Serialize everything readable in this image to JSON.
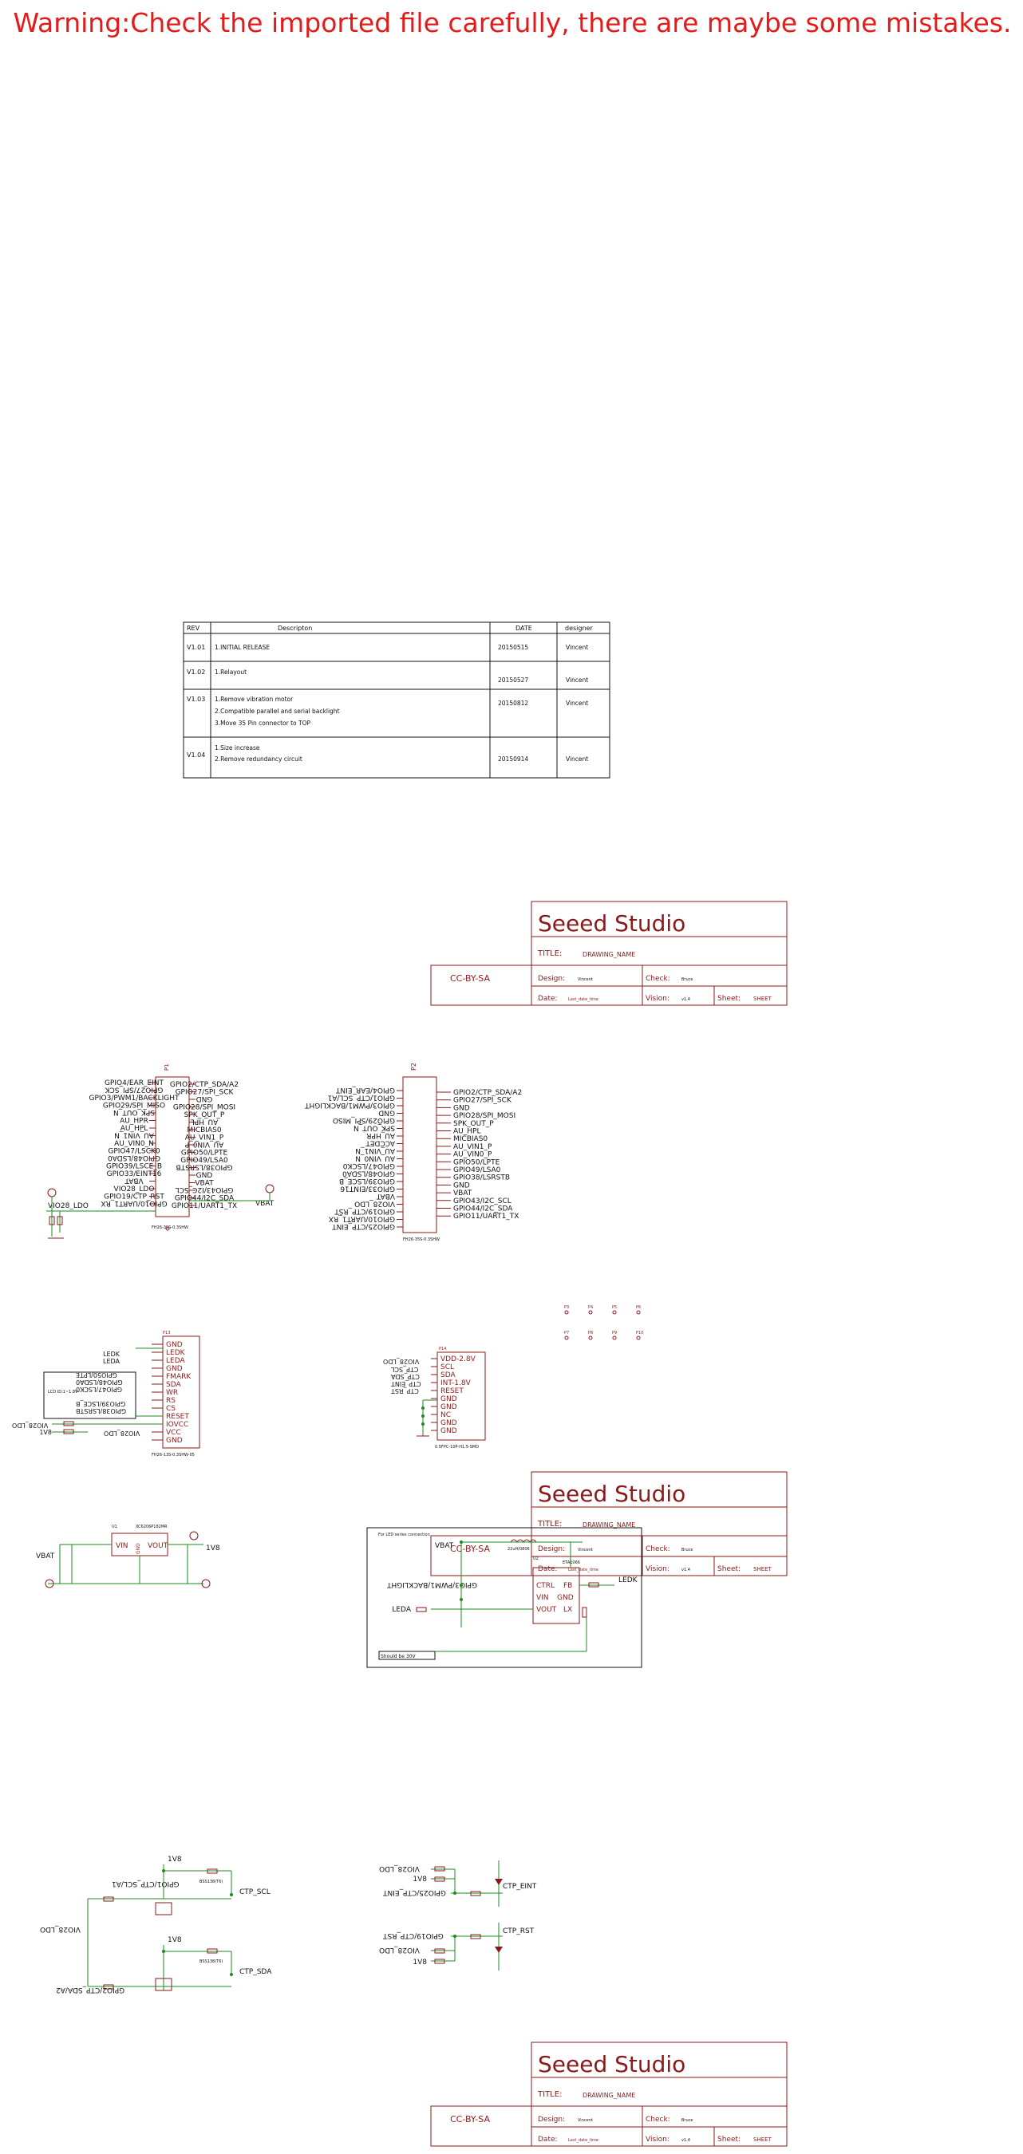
{
  "warning": "Warning:Check the imported file carefully, there are maybe some mistakes.",
  "revision_table": {
    "headers": [
      "REV",
      "Descripton",
      "DATE",
      "designer"
    ],
    "rows": [
      {
        "rev": "V1.01",
        "desc": [
          "1.INITIAL RELEASE"
        ],
        "date": "20150515",
        "designer": "Vincent"
      },
      {
        "rev": "V1.02",
        "desc": [
          "1.Relayout"
        ],
        "date": "20150527",
        "designer": "Vincent"
      },
      {
        "rev": "V1.03",
        "desc": [
          "1.Remove vibration motor",
          "2.Compatible parallel and serial backlight",
          "3.Move 35 Pin connector to TOP"
        ],
        "date": "20150812",
        "designer": "Vincent"
      },
      {
        "rev": "V1.04",
        "desc": [
          "1.Size increase",
          "2.Remove redundancy circuit"
        ],
        "date": "20150914",
        "designer": "Vincent"
      }
    ]
  },
  "title_block": {
    "company": "Seeed Studio",
    "title_label": "TITLE:",
    "title_value": "DRAWING_NAME",
    "license": "CC-BY-SA",
    "design_label": "Design:",
    "design_value": "Vincent",
    "check_label": "Check:",
    "check_value": "Bruce",
    "date_label": "Date:",
    "date_value": "Last_date_time",
    "vision_label": "Vision:",
    "vision_value": "v1.4",
    "sheet_label": "Sheet:",
    "sheet_value": "SHEET"
  },
  "connector_p1": {
    "ref": "P1",
    "part": "FH26-35S-0.3SHW",
    "left_nets": [
      "GPIO4/EAR_EINT",
      "GPIO27/SPI_SCK",
      "GPIO3/PWM1/BACKLIGHT",
      "GPIO29/SPI_MISO",
      "SPK_OUT_N",
      "AU_HPR",
      "AU_HPL",
      "AU_VIN1_N",
      "AU_VIN0_N",
      "GPIO47/LSCK0",
      "GPIO48/LSDA0",
      "GPIO39/LSCE_B",
      "GPIO33/EINT16",
      "VBAT",
      "VIO28_LDO",
      "GPIO19/CTP_RST",
      "GPIO10/UART1_RX"
    ],
    "right_nets": [
      "GPIO2/CTP_SDA/A2",
      "GPIO27/SPI_SCK",
      "GND",
      "GPIO28/SPI_MOSI",
      "SPK_OUT_P",
      "AU_HPL",
      "MICBIAS0",
      "AU_VIN1_P",
      "AU_VIN0_P",
      "GPIO50/LPTE",
      "GPIO49/LSA0",
      "GPIO38/LSRSTB",
      "GND",
      "VBAT",
      "GPIO43/I2C_SCL",
      "GPIO44/I2C_SDA",
      "GPIO11/UART1_TX"
    ],
    "side_labels": {
      "vio": "VIO28_LDO",
      "vbat": "VBAT"
    }
  },
  "connector_p2": {
    "ref": "P2",
    "part": "FH26-35S-0.3SHW",
    "left_nets": [
      "GPIO4/EAR_EINT",
      "GPIO1/CTP_SCL/A1",
      "GPIO3/PWM1/BACKLIGHT",
      "GND",
      "GPIO29/SPI_MISO",
      "SPK_OUT_N",
      "AU_HPR",
      "ACCDET",
      "AU_VIN1_N",
      "AU_VIN0_N",
      "GPIO47/LSCK0",
      "GPIO48/LSDA0",
      "GPIO39/LSCE_B",
      "GPIO33/EINT16",
      "VBAT",
      "VIO28_LDO",
      "GPIO19/CTP_RST",
      "GPIO10/UART1_RX",
      "GPIO25/CTP_EINT"
    ],
    "right_nets": [
      "GPIO2/CTP_SDA/A2",
      "GPIO27/SPI_SCK",
      "GND",
      "GPIO28/SPI_MOSI",
      "SPK_OUT_P",
      "AU_HPL",
      "MICBIAS0",
      "AU_VIN1_P",
      "AU_VIN0_P",
      "GPIO50/LPTE",
      "GPIO49/LSA0",
      "GPIO38/LSRSTB",
      "GND",
      "VBAT",
      "GPIO43/I2C_SCL",
      "GPIO44/I2C_SDA",
      "GPIO11/UART1_TX"
    ]
  },
  "mounting_holes": [
    "P3",
    "P4",
    "P5",
    "P6",
    "P7",
    "P8",
    "P9",
    "P10"
  ],
  "lcd_connector": {
    "ref": "P13",
    "part": "FH26-13S-0.3SHW-05",
    "box_label": "LCD ID:1~1.8V",
    "pins": [
      "GND",
      "LEDK",
      "LEDA",
      "GND",
      "FMARK",
      "SDA",
      "WR",
      "RS",
      "CS",
      "RESET",
      "IOVCC",
      "VCC",
      "GND"
    ],
    "nets": [
      "LEDK",
      "LEDA",
      "GPIO50/LPTE",
      "GPIO48/LSDA0",
      "GPIO47/LSCK0",
      "GPIO39/LSCE_B",
      "GPIO38/LSRSTB",
      "VIO28_LDO",
      "1V8"
    ],
    "bottom_net": "VIO28_LDO"
  },
  "ctp_connector": {
    "ref": "P14",
    "part": "0.5FPC-10P-H1.5-SMD",
    "pins": [
      "VDD-2.8V",
      "SCL",
      "SDA",
      "INT-1.8V",
      "RESET",
      "GND",
      "GND",
      "NC",
      "GND",
      "GND"
    ],
    "nets": [
      "VIO28_LDO",
      "CTP_SCL",
      "CTP_SDA",
      "CTP_EINT",
      "CTP_RST"
    ]
  },
  "ldo": {
    "ref": "U1",
    "part": "XC6206P182MR",
    "pins": {
      "vin": "VIN",
      "vout": "VOUT",
      "gnd": "GND"
    },
    "in_net": "VBAT",
    "out_net": "1V8"
  },
  "backlight": {
    "note": "For LED series connection",
    "warn": "Should be 30V",
    "ic_ref": "U2",
    "ic_part": "ETA1066",
    "ic_pins": [
      "CTRL",
      "VIN",
      "VOUT",
      "FB",
      "GND",
      "LX"
    ],
    "inductor": "22uH/0806",
    "nets": {
      "vbat": "VBAT",
      "pwm": "GPIO3/PWM1/BACKLIGHT",
      "leda": "LEDA",
      "ledk": "LEDK"
    }
  },
  "level_shift": {
    "mosfet": "BSS138(T6)",
    "nets": [
      "1V8",
      "GPIO1/CTP_SCL/A1",
      "CTP_SCL",
      "VIO28_LDO",
      "1V8",
      "CTP_SDA",
      "GPIO2/CTP_SDA/A2"
    ]
  },
  "ctp_protect": {
    "nets": [
      "VIO28_LDO",
      "1V8",
      "GPIO25/CTP_EINT",
      "CTP_EINT",
      "GPIO19/CTP_RST",
      "CTP_RST",
      "VIO28_LDO",
      "1V8"
    ]
  }
}
